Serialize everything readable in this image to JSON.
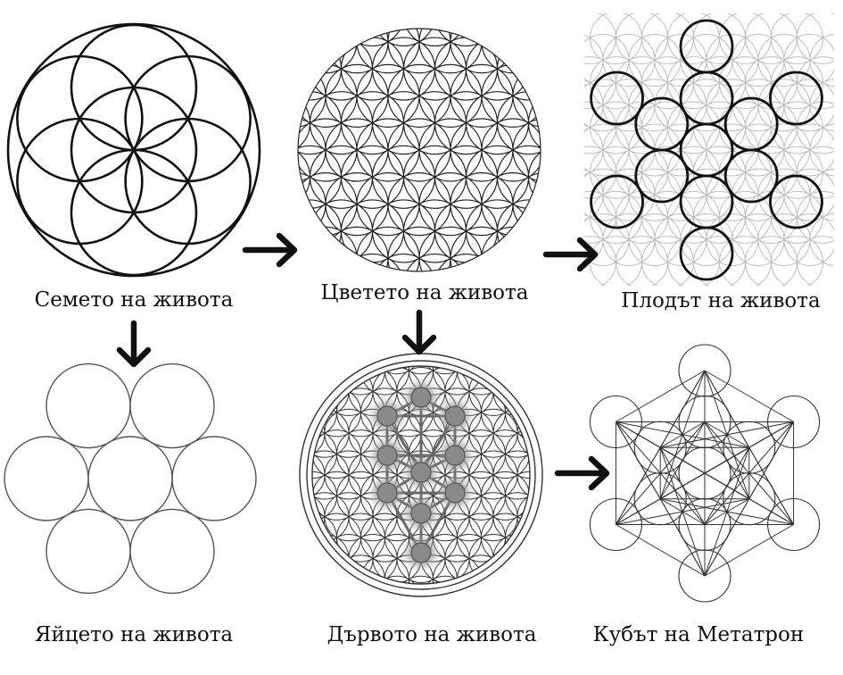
{
  "labels": {
    "seed": "Семето на живота",
    "flower": "Цветето на живота",
    "fruit": "Плодът на живота",
    "egg": "Яйцето на живота",
    "tree": "Дървото на живота",
    "cube": "Кубът на Метатрон"
  },
  "colors": {
    "ink": "#111111",
    "line": "#333333",
    "faint": "#bdbdbd",
    "node": "#8a8a8a",
    "node_glow": "#9a9a9a",
    "background": "#ffffff"
  }
}
